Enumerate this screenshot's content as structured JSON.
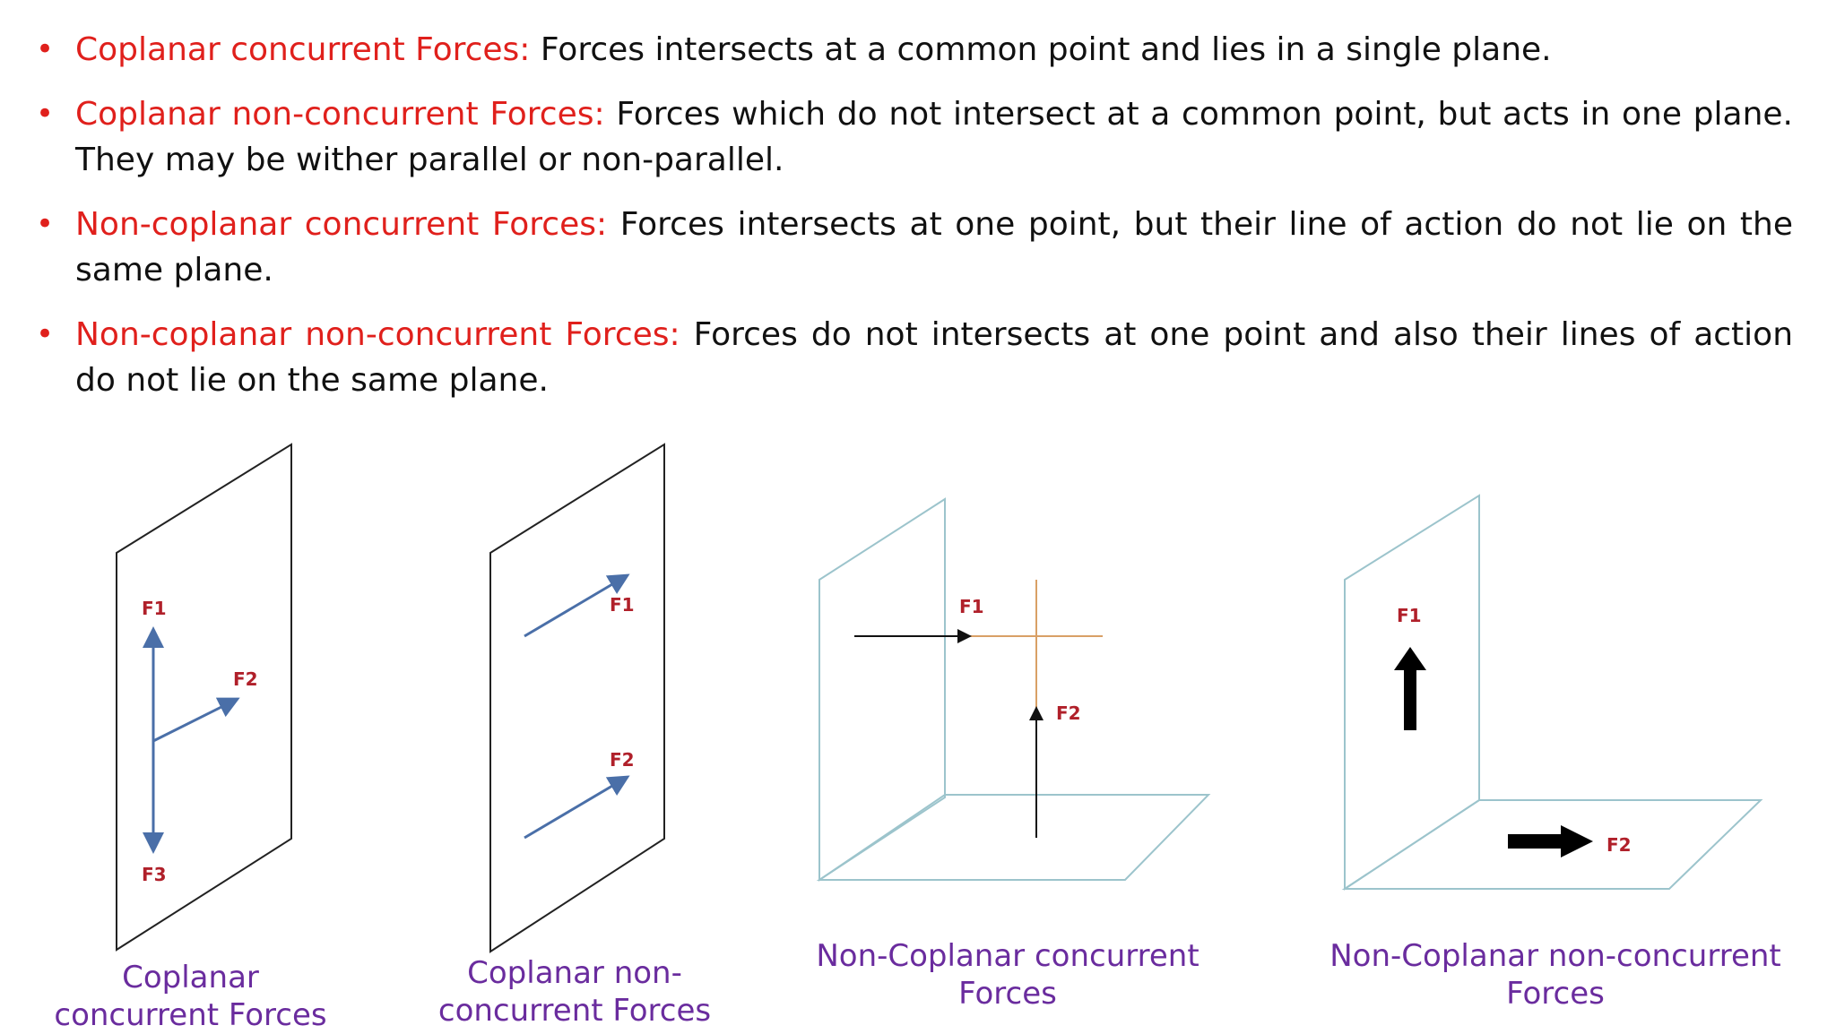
{
  "bullets": [
    {
      "term": "Coplanar concurrent Forces:",
      "text": " Forces intersects at a common point and lies in a single plane."
    },
    {
      "term": "Coplanar non-concurrent Forces:",
      "text": " Forces which do not intersect at a common point, but acts in one plane. They may be wither parallel or non-parallel."
    },
    {
      "term": "Non-coplanar concurrent Forces:",
      "text": " Forces intersects at one point, but their line of action do not lie on the same plane."
    },
    {
      "term": "Non-coplanar non-concurrent Forces:",
      "text": " Forces do not intersects at one point and also their lines of action do not lie on the same plane."
    }
  ],
  "diagrams": {
    "d1": {
      "caption": "Coplanar concurrent Forces",
      "f1": "F1",
      "f2": "F2",
      "f3": "F3"
    },
    "d2": {
      "caption": "Coplanar non-concurrent Forces",
      "f1": "F1",
      "f2": "F2"
    },
    "d3": {
      "caption": "Non-Coplanar concurrent Forces",
      "f1": "F1",
      "f2": "F2"
    },
    "d4": {
      "caption": "Non-Coplanar non-concurrent Forces",
      "f1": "F1",
      "f2": "F2"
    }
  },
  "colors": {
    "term": "#e0201c",
    "caption": "#6a2c9e",
    "force_arrow": "#4a6fa8",
    "plane_outline": "#9cc4cc",
    "crosshair": "#d9a066"
  }
}
